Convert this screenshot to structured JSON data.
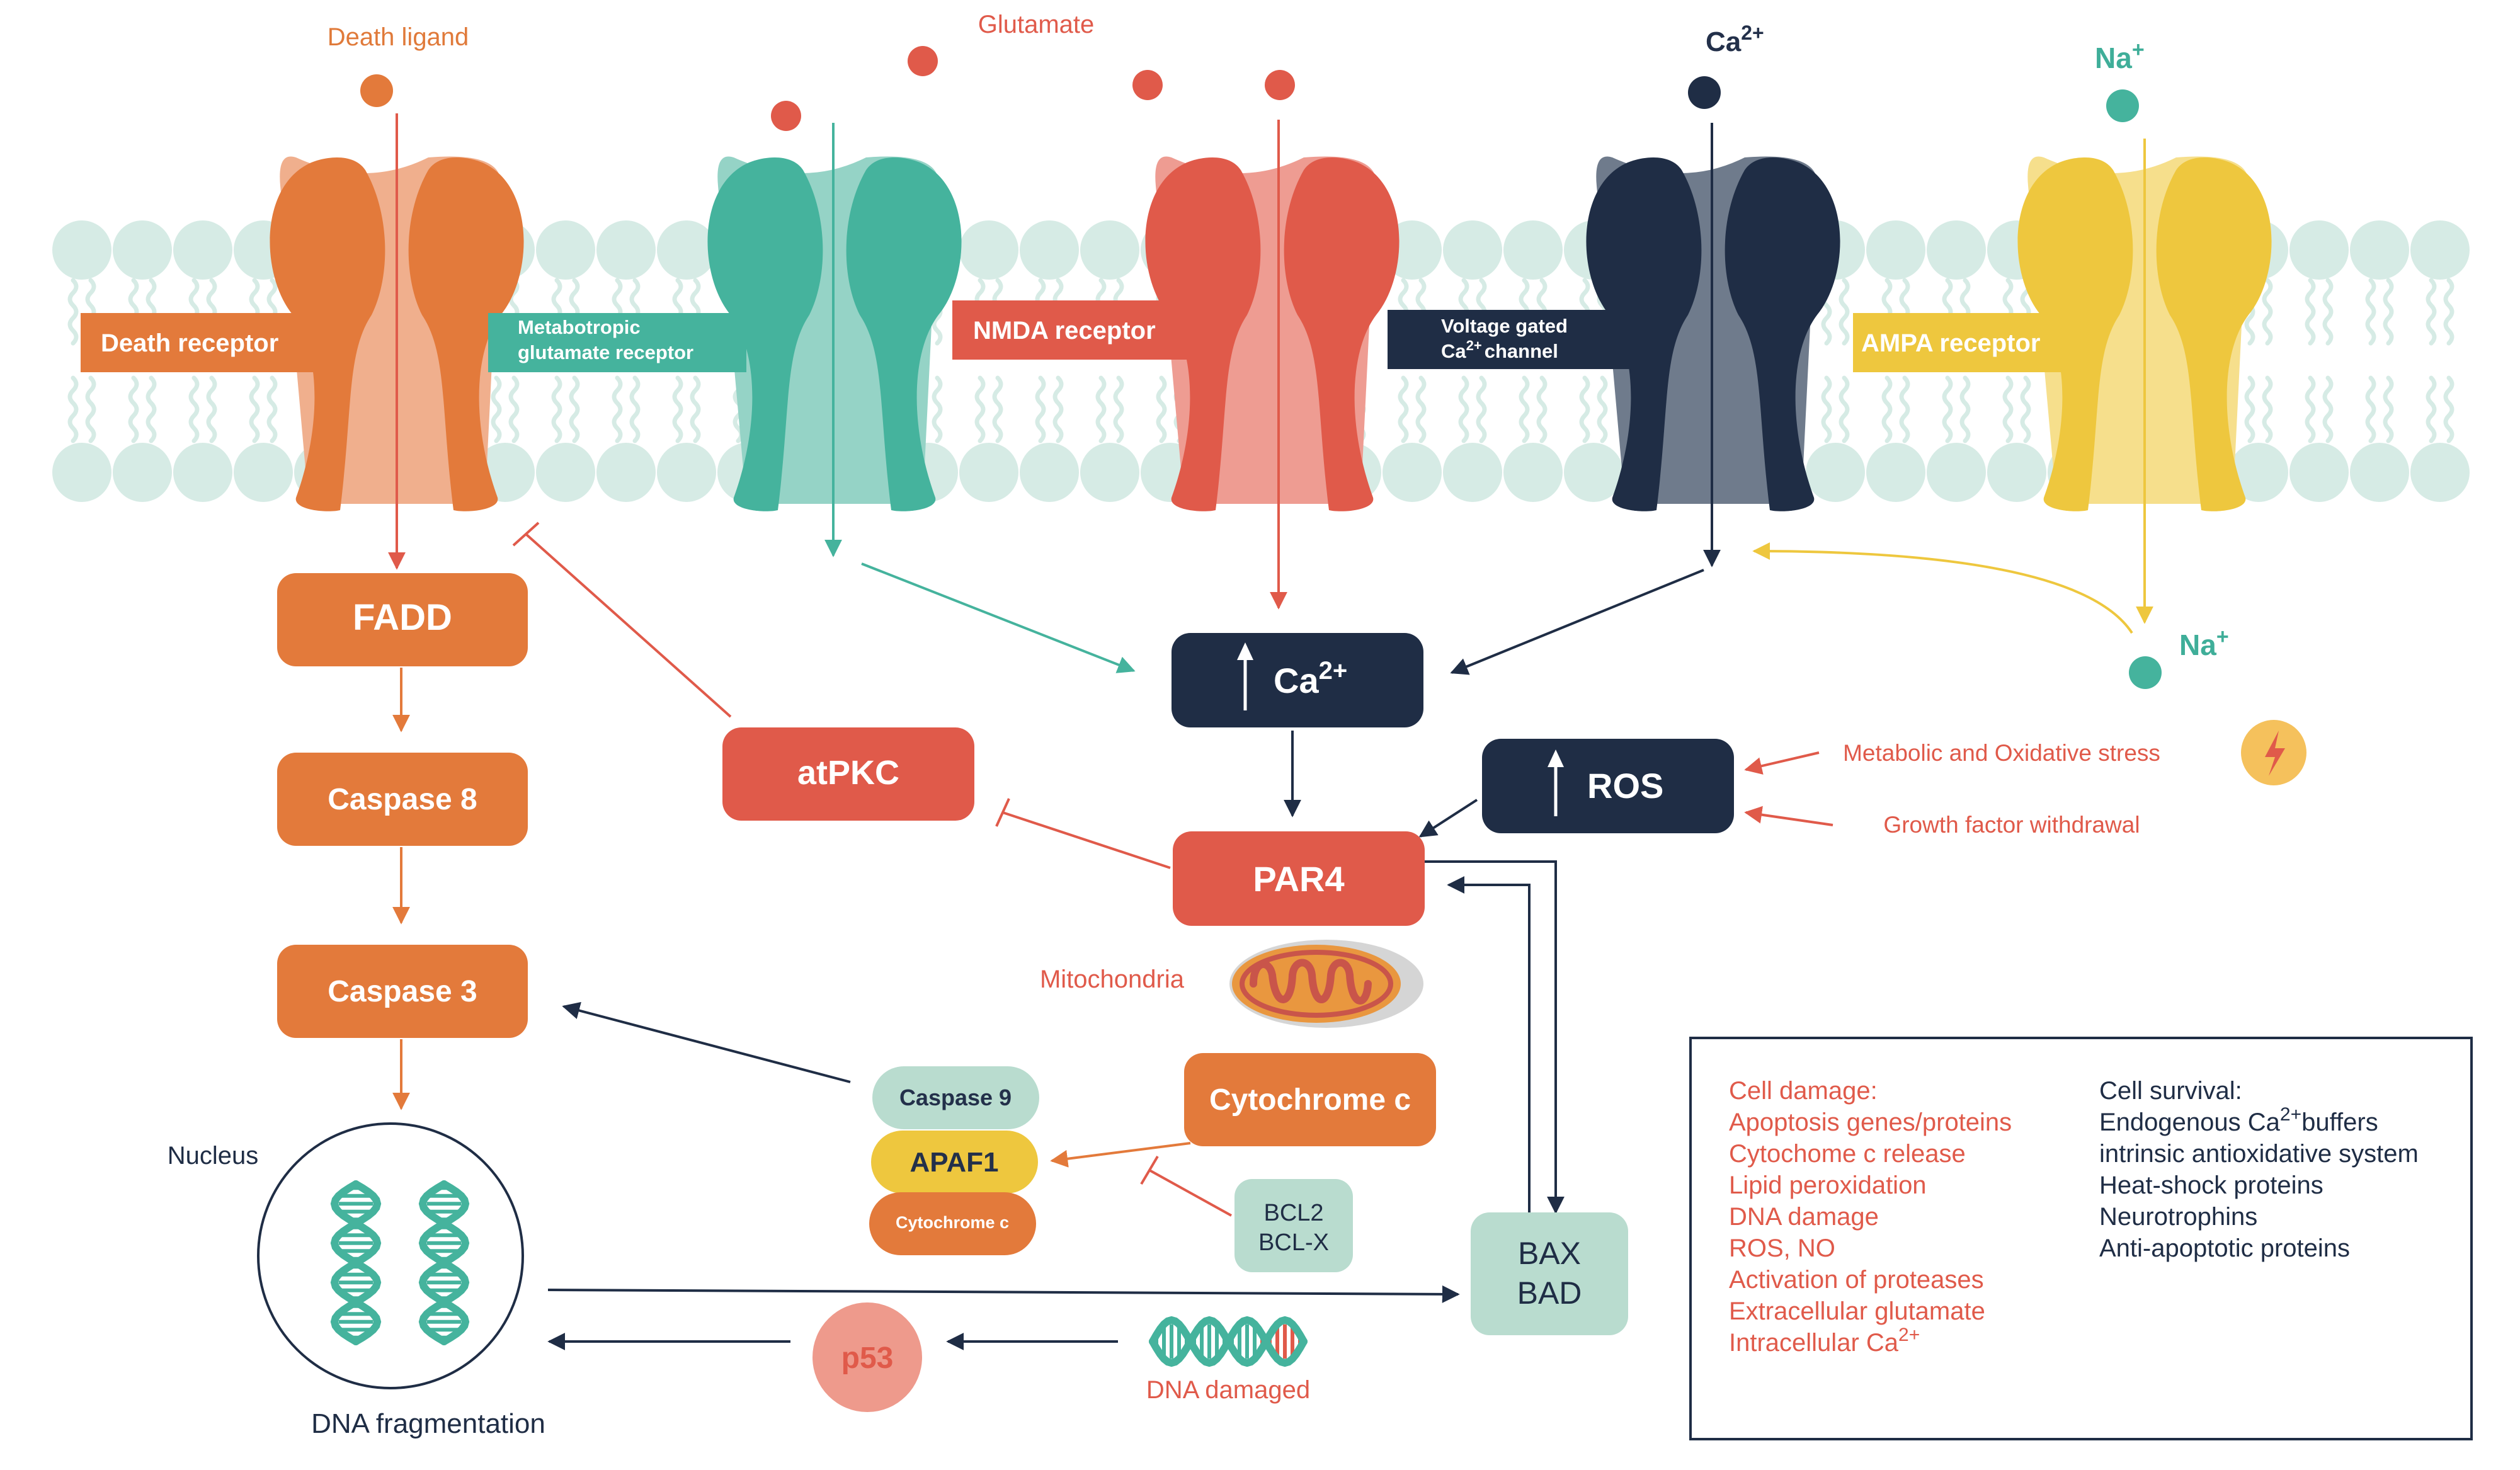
{
  "colors": {
    "orange": "#e37a3b",
    "orange_light": "#f0af8d",
    "teal": "#45b39d",
    "teal_light": "#95d3c6",
    "red": "#e05a4a",
    "red_light": "#ee9c92",
    "navy": "#1f2d45",
    "navy_light": "#6f7b8c",
    "yellow": "#eec73e",
    "yellow_light": "#f6df8c",
    "membrane": "#d6ebe5",
    "pale_green": "#b9dccf",
    "salmon": "#ee9a8c"
  },
  "ligands": {
    "death_ligand": "Death ligand",
    "glutamate": "Glutamate",
    "calcium": "Ca",
    "calcium_sup": "2+",
    "sodium": "Na",
    "sodium_sup": "+"
  },
  "receptors": {
    "death": "Death receptor",
    "mglu_line1": "Metabotropic",
    "mglu_line2": "glutamate receptor",
    "nmda": "NMDA receptor",
    "vgcc_line1": "Voltage gated",
    "vgcc_line2_pre": "Ca",
    "vgcc_line2_sup": "2+",
    "vgcc_line2_post": "channel",
    "ampa": "AMPA receptor"
  },
  "nodes": {
    "fadd": "FADD",
    "caspase8": "Caspase 8",
    "caspase3": "Caspase 3",
    "atpkc": "atPKC",
    "ca_increase_main": "Ca",
    "ca_increase_sup": "2+",
    "ros": "ROS",
    "par4": "PAR4",
    "mitochondria": "Mitochondria",
    "cytochrome_c": "Cytochrome c",
    "caspase9": "Caspase 9",
    "apaf1": "APAF1",
    "cytochrome_c_small": "Cytochrome c",
    "bcl2": "BCL2",
    "bclx": "BCL-X",
    "bax": "BAX",
    "bad": "BAD",
    "p53": "p53",
    "nucleus": "Nucleus",
    "dna_fragmentation": "DNA fragmentation",
    "dna_damaged": "DNA damaged",
    "metabolic_stress": "Metabolic and Oxidative stress",
    "growth_factor": "Growth factor withdrawal"
  },
  "legend": {
    "damage_title": "Cell damage:",
    "damage_items": [
      "Apoptosis genes/proteins",
      "Cytochome c release",
      "Lipid peroxidation",
      "DNA damage",
      "ROS, NO",
      "Activation of proteases",
      "Extracellular glutamate",
      "Intracellular Ca"
    ],
    "damage_last_sup": "2+",
    "survival_title": "Cell survival:",
    "survival_items": [
      "Endogenous Ca",
      "intrinsic antioxidative system",
      "Heat-shock proteins",
      "Neurotrophins",
      "Anti-apoptotic proteins"
    ],
    "survival_first_sup": "2+",
    "survival_first_post": "buffers"
  }
}
